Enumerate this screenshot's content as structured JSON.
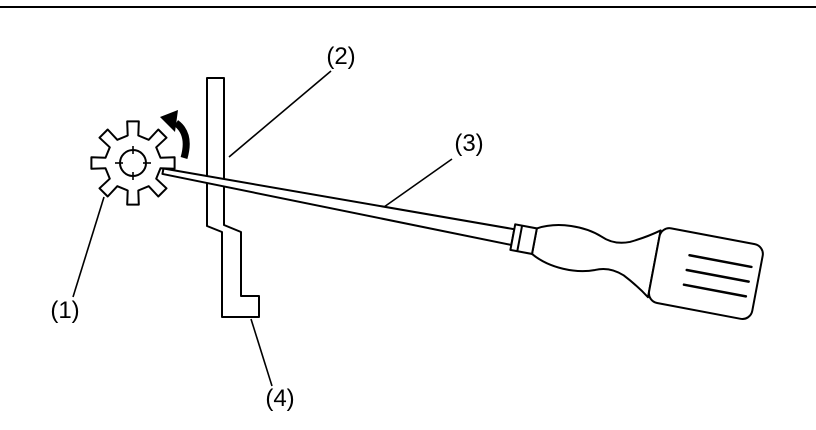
{
  "diagram": {
    "labels": {
      "part1": "(1)",
      "part2": "(2)",
      "part3": "(3)",
      "part4": "(4)"
    },
    "icons": {
      "rotation_arrow": "curved-rotation-arrow"
    },
    "colors": {
      "line": "#000000",
      "background": "#ffffff"
    }
  }
}
